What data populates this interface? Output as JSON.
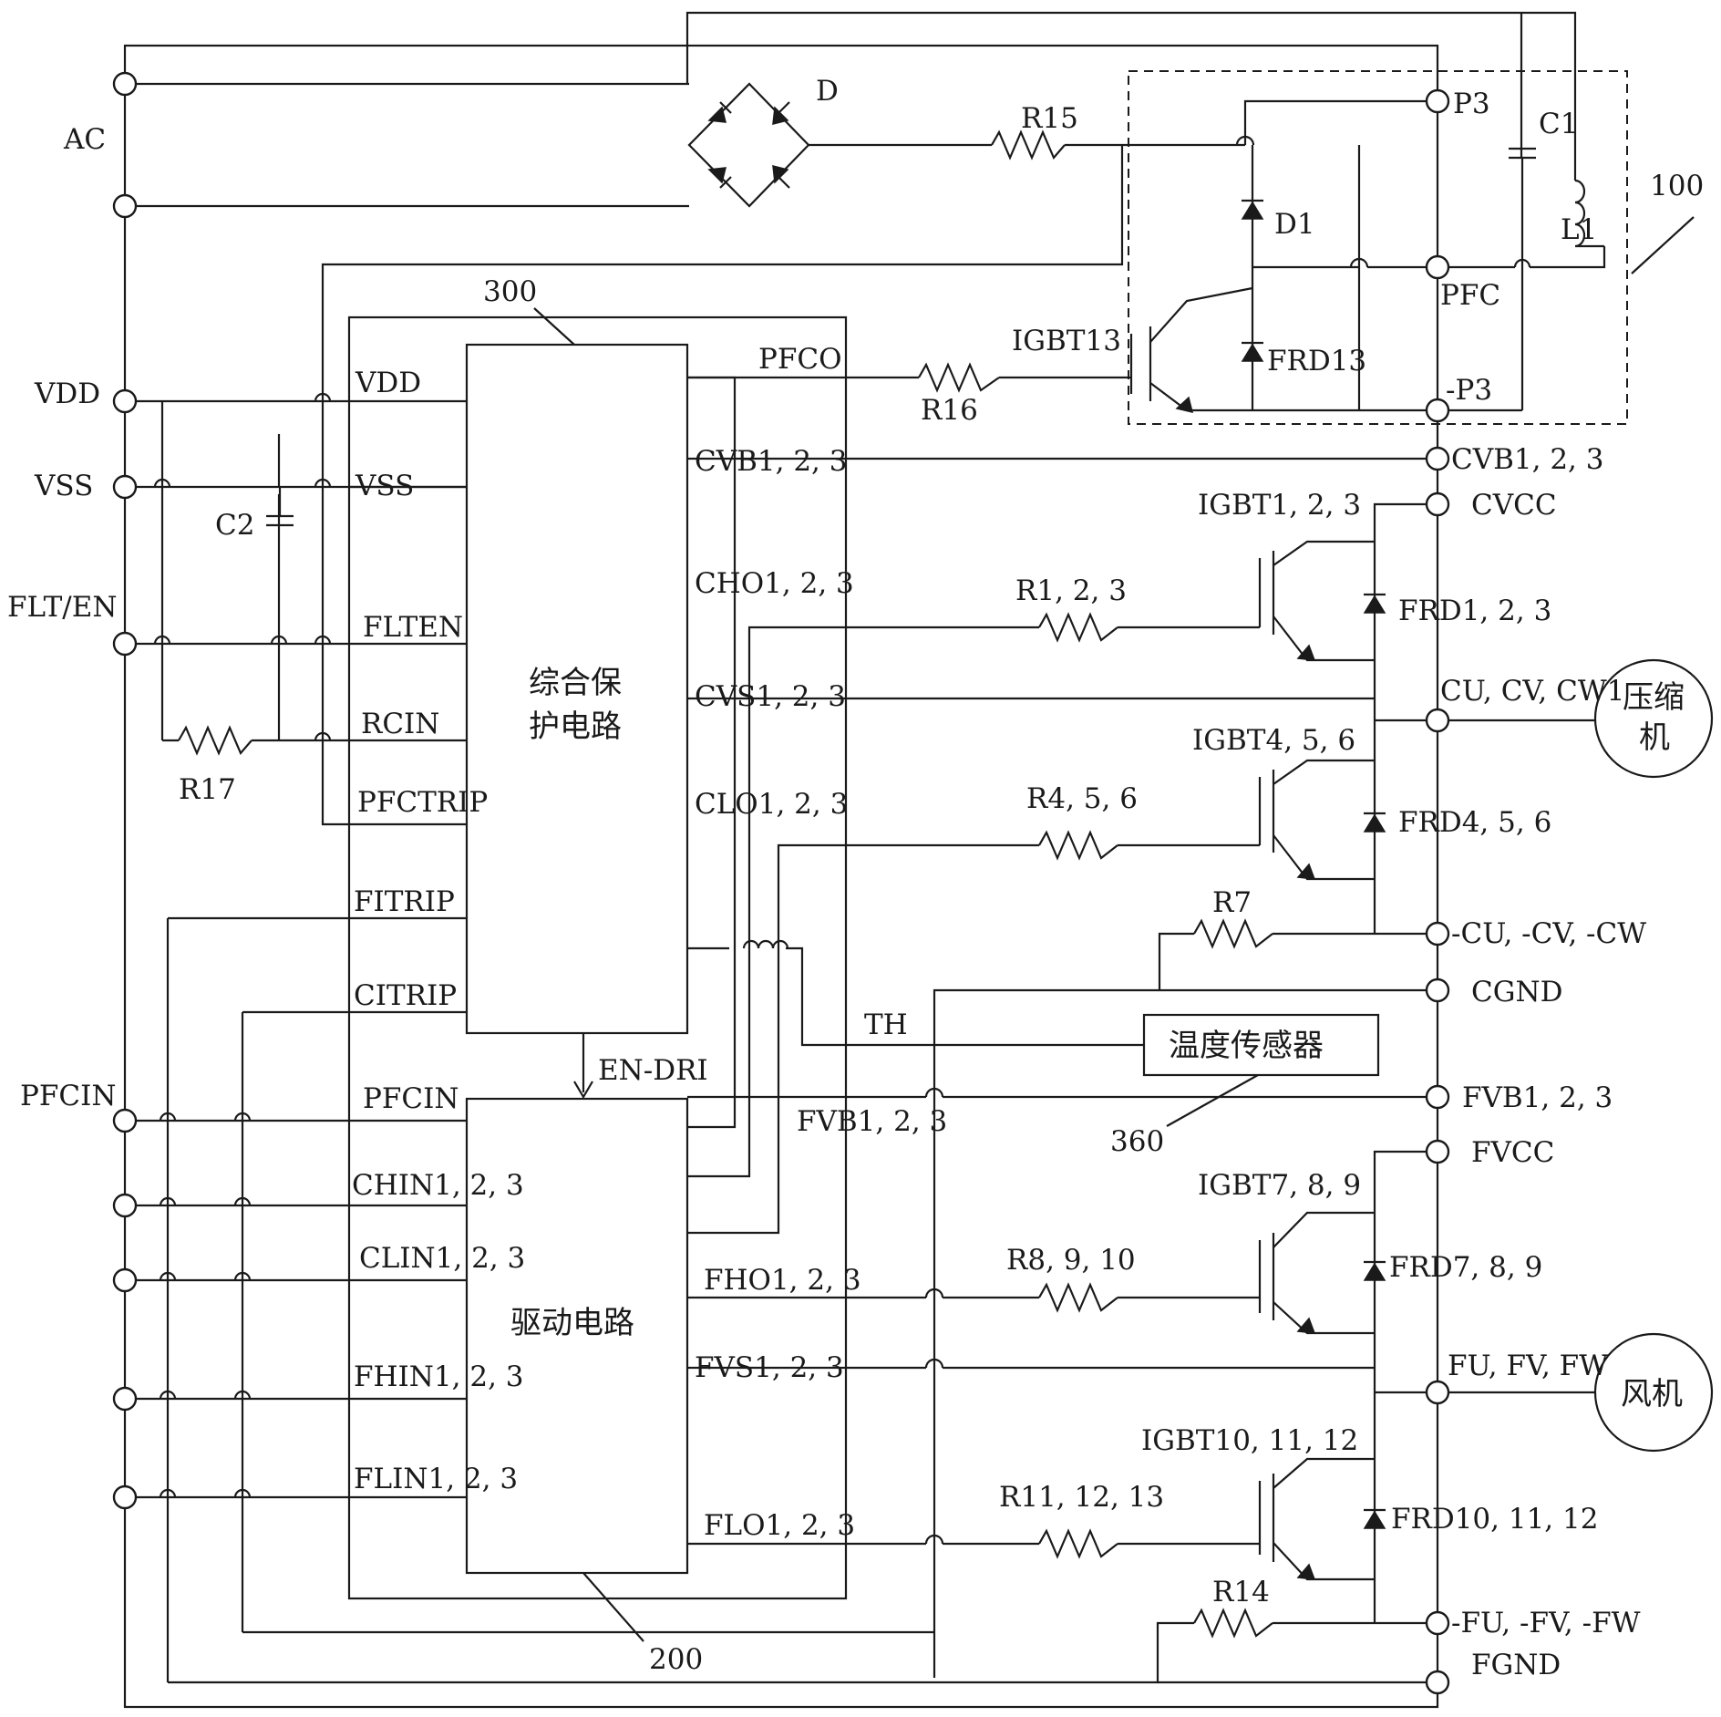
{
  "labels": {
    "ac": "AC",
    "vdd": "VDD",
    "vss": "VSS",
    "flt_en": "FLT/EN",
    "pfcin": "PFCIN",
    "bridge_d": "D",
    "r15": "R15",
    "r16": "R16",
    "r17": "R17",
    "r7": "R7",
    "r14": "R14",
    "c1": "C1",
    "c2": "C2",
    "l1": "L1",
    "d1": "D1",
    "igbt13": "IGBT13",
    "frd13": "FRD13",
    "ref_100": "100",
    "ref_300": "300",
    "ref_200": "200",
    "ref_360": "360",
    "pfco": "PFCO",
    "th": "TH",
    "en_dri": "EN-DRI",
    "prot_in_vdd": "VDD",
    "prot_in_vss": "VSS",
    "prot_flten": "FLTEN",
    "prot_rcin": "RCIN",
    "prot_pfctrip": "PFCTRIP",
    "prot_fitrip": "FITRIP",
    "prot_citrip": "CITRIP",
    "drv_pfcin": "PFCIN",
    "drv_chin": "CHIN1, 2, 3",
    "drv_clin": "CLIN1, 2, 3",
    "drv_fhin": "FHIN1, 2, 3",
    "drv_flin": "FLIN1, 2, 3",
    "out_cvb": "CVB1, 2, 3",
    "out_cho": "CHO1, 2, 3",
    "out_cvs": "CVS1, 2, 3",
    "out_clo": "CLO1, 2, 3",
    "out_fvb": "FVB1, 2, 3",
    "out_fho": "FHO1, 2, 3",
    "out_fvs": "FVS1, 2, 3",
    "out_flo": "FLO1, 2, 3",
    "prot_block_line1": "综合保",
    "prot_block_line2": "护电路",
    "drive_block": "驱动电路",
    "temp_sensor": "温度传感器",
    "compressor_line1": "压缩",
    "compressor_line2": "机",
    "fan": "风机",
    "igbt123": "IGBT1, 2, 3",
    "frd123": "FRD1, 2, 3",
    "r123": "R1, 2, 3",
    "igbt456": "IGBT4, 5, 6",
    "frd456": "FRD4, 5, 6",
    "r456": "R4, 5, 6",
    "igbt789": "IGBT7, 8, 9",
    "frd789": "FRD7, 8, 9",
    "r8910": "R8, 9, 10",
    "igbt101112": "IGBT10, 11, 12",
    "frd101112": "FRD10, 11, 12",
    "r111213": "R11, 12, 13"
  },
  "terminals": {
    "p3": "P3",
    "pfc": "PFC",
    "neg_p3": "-P3",
    "cvb": "CVB1, 2, 3",
    "cvcc": "CVCC",
    "cu_cv_cw": "CU, CV, CW1",
    "neg_cu_cv_cw": "-CU, -CV, -CW",
    "cgnd": "CGND",
    "fvb": "FVB1, 2, 3",
    "fvcc": "FVCC",
    "fu_fv_fw": "FU, FV, FW",
    "neg_fu_fv_fw": "-FU, -FV, -FW",
    "fgnd": "FGND"
  }
}
